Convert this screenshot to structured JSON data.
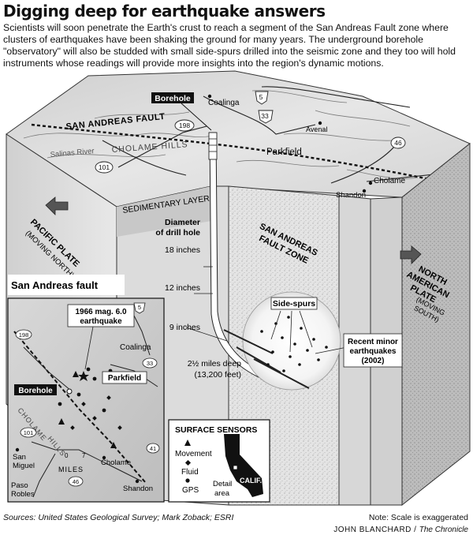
{
  "header": {
    "title": "Digging deep for earthquake answers",
    "intro": "Scientists will soon penetrate the Earth's crust to reach a segment of the San Andreas Fault zone where clusters of earthquakes have been shaking the ground for many years. The underground borehole \"observatory\" will also be studded with small side-spurs drilled into the seismic zone and they too will hold instruments whose readings will provide more insights into the region's dynamic motions."
  },
  "block": {
    "borehole": "Borehole",
    "coalinga": "Coalinga",
    "avenal": "Avenal",
    "fault": "SAN ANDREAS FAULT",
    "salinas": "Salinas River",
    "cholame_hills": "CHOLAME HILLS",
    "parkfield": "Parkfield",
    "cholame": "Cholame",
    "shandon": "Shandon",
    "sedimentary": "SEDIMENTARY LAYER",
    "pacific_plate": "PACIFIC PLATE",
    "pacific_motion": "(MOVING NORTH)",
    "na_plate_1": "NORTH",
    "na_plate_2": "AMERICAN",
    "na_plate_3": "PLATE",
    "na_motion_1": "(MOVING",
    "na_motion_2": "SOUTH)",
    "fault_zone_1": "SAN ANDREAS",
    "fault_zone_2": "FAULT ZONE",
    "diameter_1": "Diameter",
    "diameter_2": "of drill hole",
    "d18": "18 inches",
    "d12": "12 inches",
    "d9": "9 inches",
    "depth_1": "2½ miles deep",
    "depth_2": "(13,200 feet)",
    "side_spurs": "Side-spurs",
    "recent_1": "Recent minor",
    "recent_2": "earthquakes",
    "recent_3": "(2002)",
    "routes": [
      "5",
      "33",
      "198",
      "101",
      "46"
    ]
  },
  "inset": {
    "title": "San Andreas fault",
    "quake_1": "1966 mag. 6.0",
    "quake_2": "earthquake",
    "coalinga": "Coalinga",
    "parkfield": "Parkfield",
    "borehole": "Borehole",
    "cholame_range_1": "CHOLAME",
    "cholame_range_2": "HILLS",
    "cholame": "Cholame",
    "miles": "MILES",
    "scale_0": "0",
    "scale_7": "7",
    "shandon": "Shandon",
    "san_miguel_1": "San",
    "san_miguel_2": "Miguel",
    "paso_1": "Paso",
    "paso_2": "Robles",
    "routes": [
      "198",
      "5",
      "33",
      "101",
      "46",
      "41"
    ]
  },
  "sensors": {
    "title": "SURFACE SENSORS",
    "movement": "Movement",
    "fluid": "Fluid",
    "gps": "GPS",
    "calif": "CALIF.",
    "detail_1": "Detail",
    "detail_2": "area"
  },
  "footer": {
    "sources": "Sources: United States Geological Survey; Mark Zoback; ESRI",
    "scale_note": "Note: Scale is exaggerated",
    "author": "JOHN BLANCHARD /",
    "publication": "The Chronicle"
  }
}
